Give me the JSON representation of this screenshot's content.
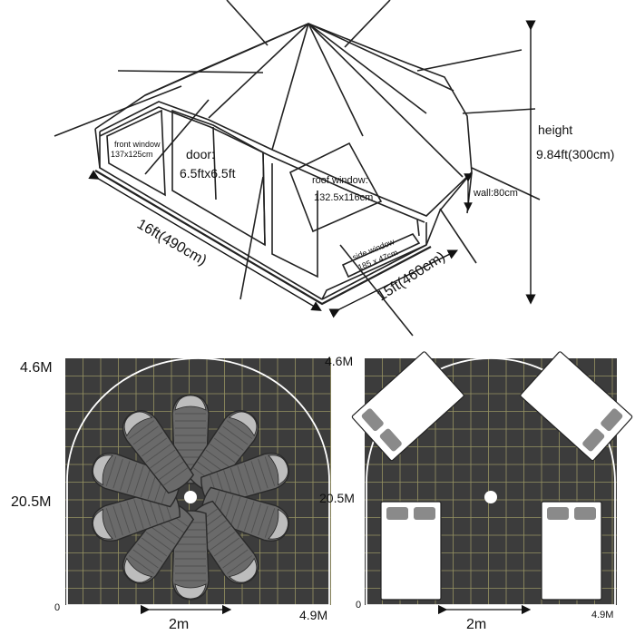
{
  "tent": {
    "front_window": "front window",
    "front_window_size": "137x125cm",
    "door": "door:",
    "door_size": "6.5ftx6.5ft",
    "roof_window": "roof window:",
    "roof_window_size": "132.5x116cm",
    "side_window": "side window",
    "side_window_size": "185 x 47cm",
    "wall": "wall:80cm",
    "height": "height",
    "height_value": "9.84ft(300cm)",
    "length": "16ft(490cm)",
    "width": "15ft(460cm)"
  },
  "floorplan_left": {
    "top_label": "4.6M",
    "side_label": "20.5M",
    "origin": "0",
    "right_label": "4.9M",
    "scale_label": "2m",
    "sleeping_bags": 10
  },
  "floorplan_right": {
    "top_label": "4.6M",
    "side_label": "20.5M",
    "origin": "0",
    "right_label": "4.9M",
    "scale_label": "2m",
    "beds": 4
  },
  "colors": {
    "plan_bg": "#3c3c3c",
    "grid": "#b5b070",
    "bag": "#6a6a6a",
    "bed": "#ffffff",
    "pillow": "#8a8a8a"
  }
}
